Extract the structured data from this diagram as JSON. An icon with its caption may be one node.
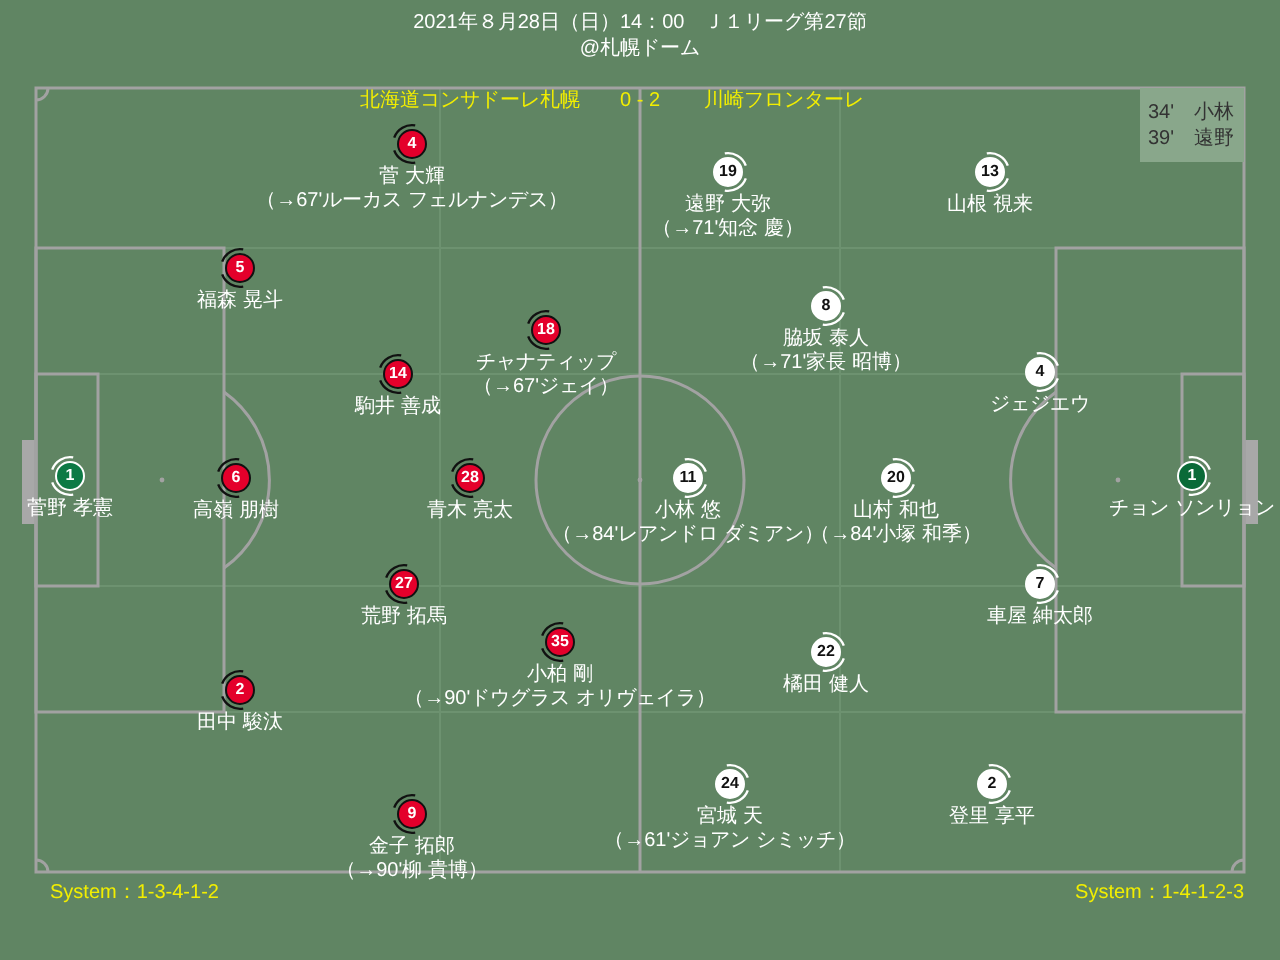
{
  "diagram": {
    "title": "2021年８月28日（日）14：00　Ｊ１リーグ第27節",
    "nodes": [
      {
        "text": [
          "34'　小林",
          "39'　遠野"
        ]
      },
      {
        "text": [
          "1"
        ],
        "beside": [
          "菅野 孝憲"
        ]
      },
      {
        "text": [
          "5"
        ],
        "beside": [
          "福森 晃斗"
        ]
      },
      {
        "text": [
          "6"
        ],
        "beside": [
          "高嶺 朋樹"
        ]
      },
      {
        "text": [
          "2"
        ],
        "beside": [
          "田中 駿汰"
        ]
      },
      {
        "text": [
          "4"
        ],
        "beside": [
          "菅 大輝",
          "（→67'ルーカス フェルナンデス）"
        ]
      },
      {
        "text": [
          "14"
        ],
        "beside": [
          "駒井 善成"
        ]
      },
      {
        "text": [
          "18"
        ],
        "beside": [
          "チャナティップ",
          "（→67'ジェイ）"
        ]
      },
      {
        "text": [
          "28"
        ],
        "beside": [
          "青木 亮太"
        ]
      },
      {
        "text": [
          "27"
        ],
        "beside": [
          "荒野 拓馬"
        ]
      },
      {
        "text": [
          "35"
        ],
        "beside": [
          "小柏 剛",
          "（→90'ドウグラス オリヴェイラ）"
        ]
      },
      {
        "text": [
          "9"
        ],
        "beside": [
          "金子 拓郎",
          "（→90'柳 貴博）"
        ]
      },
      {
        "text": [
          "19"
        ],
        "beside": [
          "遠野 大弥",
          "（→71'知念 慶）"
        ]
      },
      {
        "text": [
          "13"
        ],
        "beside": [
          "山根 視来"
        ]
      },
      {
        "text": [
          "8"
        ],
        "beside": [
          "脇坂 泰人",
          "（→71'家長 昭博）"
        ]
      },
      {
        "text": [
          "4"
        ],
        "beside": [
          "ジェジエウ"
        ]
      },
      {
        "text": [
          "11"
        ],
        "beside": [
          "小林 悠",
          "（→84'レアンドロ ダミアン）"
        ]
      },
      {
        "text": [
          "20"
        ],
        "beside": [
          "山村 和也",
          "（→84'小塚 和季）"
        ]
      },
      {
        "text": [
          "7"
        ],
        "beside": [
          "車屋 紳太郎"
        ]
      },
      {
        "text": [
          "22"
        ],
        "beside": [
          "橘田 健人"
        ]
      },
      {
        "text": [
          "24"
        ],
        "beside": [
          "宮城 天",
          "（→61'ジョアン シミッチ）"
        ]
      },
      {
        "text": [
          "2"
        ],
        "beside": [
          "登里 享平"
        ]
      },
      {
        "text": [
          "1"
        ],
        "beside": [
          "チョン ソンリョン"
        ]
      }
    ],
    "labels": [
      "@札幌ドーム",
      "北海道コンサドーレ札幌",
      "0 - 2",
      "川崎フロンターレ",
      "System：1-3-4-1-2",
      "System：1-4-1-2-3"
    ]
  }
}
